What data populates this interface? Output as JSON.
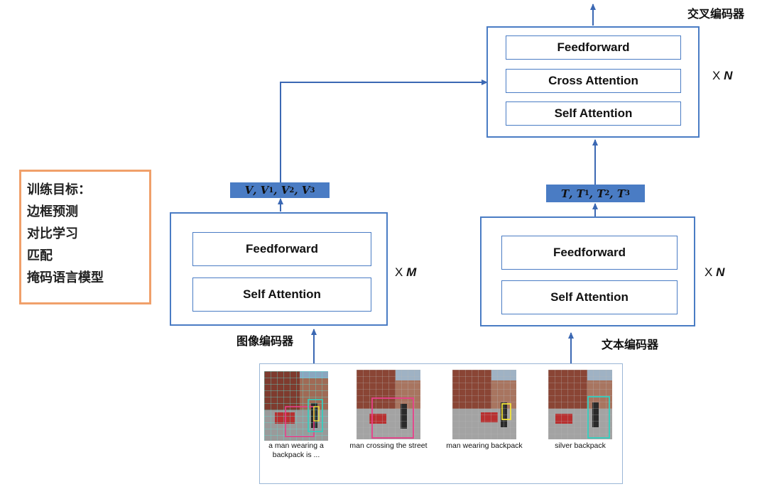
{
  "cross_encoder": {
    "label": "交叉编码器",
    "layers": [
      "Feedforward",
      "Cross Attention",
      "Self Attention"
    ],
    "repeat_prefix": "X",
    "repeat_var": "N"
  },
  "image_encoder": {
    "label": "图像编码器",
    "layers": [
      "Feedforward",
      "Self Attention"
    ],
    "repeat_prefix": "X",
    "repeat_var": "M",
    "features": {
      "base": "V",
      "s1": "1",
      "s2": "2",
      "s3": "3"
    }
  },
  "text_encoder": {
    "label": "文本编码器",
    "layers": [
      "Feedforward",
      "Self Attention"
    ],
    "repeat_prefix": "X",
    "repeat_var": "N",
    "features": {
      "base": "T",
      "s1": "1",
      "s2": "2",
      "s3": "3"
    }
  },
  "objectives": {
    "title": "训练目标：",
    "items": [
      "边框预测",
      "对比学习",
      "匹配",
      "掩码语言模型"
    ]
  },
  "examples": [
    {
      "caption": "a man wearing a backpack is ..."
    },
    {
      "caption": "man crossing the street"
    },
    {
      "caption": "man wearing backpack"
    },
    {
      "caption": "silver backpack"
    }
  ],
  "colors": {
    "box_border": "#4a7cc4",
    "feature_fill": "#4a7cc4",
    "objective_border": "#f0a06a",
    "panel_border": "#9ab6d6",
    "arrow": "#3b68b3",
    "highlight_pink": "#e8408a",
    "highlight_cyan": "#30d0c0",
    "highlight_yellow": "#f2e23a"
  }
}
